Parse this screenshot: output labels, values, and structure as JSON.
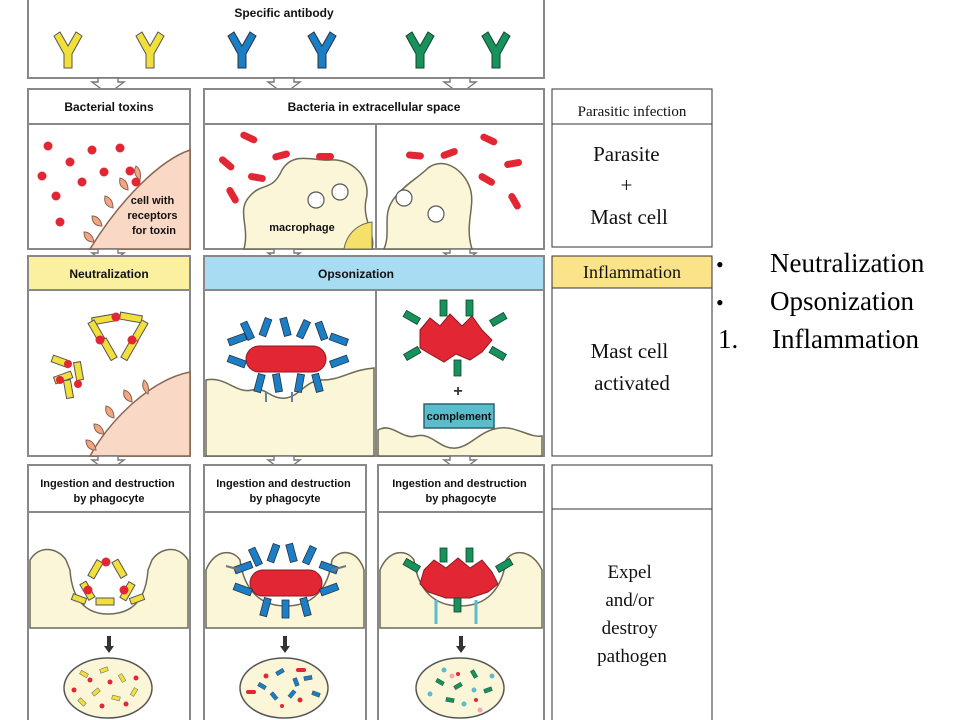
{
  "top": {
    "title": "Specific antibody"
  },
  "columns": [
    {
      "header": "Bacterial toxins",
      "mechanism": "Neutralization",
      "cell_label": "cell with\nreceptors\nfor toxin",
      "ingest_title": "Ingestion and destruction\nby phagocyte"
    },
    {
      "header": "Bacteria in extracellular space",
      "mechanism": "Opsonization",
      "cell_label": "macrophage",
      "ingest_title": "Ingestion and destruction\nby phagocyte",
      "complement_plus": "+",
      "complement_label": "complement"
    },
    {
      "ingest_title": "Ingestion and destruction\nby phagocyte"
    }
  ],
  "parasite_column": {
    "header": "Parasitic infection",
    "step1": "Parasite\n+\nMast cell",
    "mechanism": "Inflammation",
    "step2": "Mast cell\nactivated",
    "step3_header": "",
    "step3": "Expel\nand/or\ndestroy\npathogen"
  },
  "bullets": [
    {
      "marker": "•",
      "text": "Neutralization"
    },
    {
      "marker": "•",
      "text": "Opsonization"
    },
    {
      "marker": "1.",
      "text": "Inflammation"
    }
  ],
  "colors": {
    "neutralization_band": "#fbf0a0",
    "opsonization_band": "#a8dcf2",
    "inflammation_band": "#fbe38a",
    "cell_fill": "#fbf6d8",
    "toxin_cell_fill": "#f9d8c6",
    "bacterium": "#e32634",
    "antibody_yellow": "#f2e03a",
    "antibody_blue": "#1c7fc6",
    "antibody_green": "#17925a",
    "complement": "#5bbccb"
  }
}
